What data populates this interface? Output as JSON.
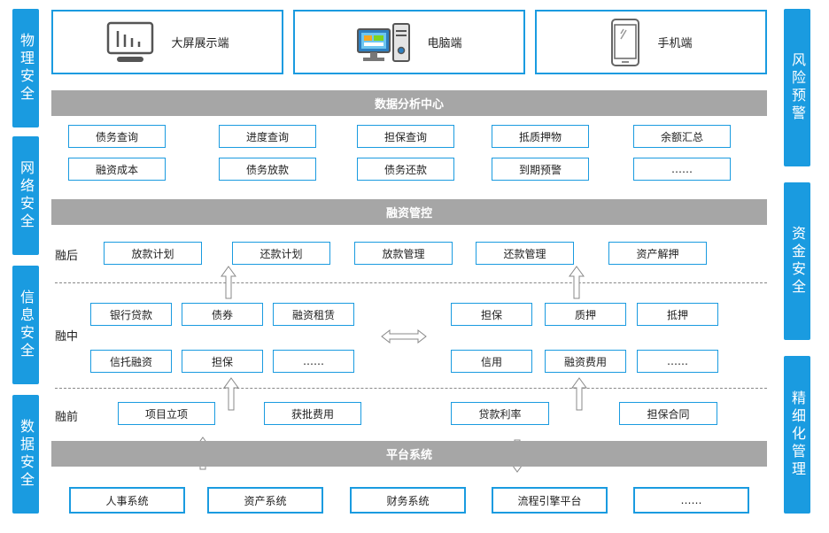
{
  "left_pillars": [
    "物理安全",
    "网络安全",
    "信息安全",
    "数据安全"
  ],
  "right_pillars": [
    "风险预警",
    "资金安全",
    "精细化管理"
  ],
  "terminals": [
    {
      "label": "大屏展示端",
      "icon": "monitor-chart-icon"
    },
    {
      "label": "电脑端",
      "icon": "desktop-computer-icon"
    },
    {
      "label": "手机端",
      "icon": "mobile-phone-icon"
    }
  ],
  "analysis": {
    "title": "数据分析中心",
    "row1": [
      "债务查询",
      "进度查询",
      "担保查询",
      "抵质押物",
      "余额汇总"
    ],
    "row2": [
      "融资成本",
      "债务放款",
      "债务还款",
      "到期预警",
      "……"
    ]
  },
  "control": {
    "title": "融资管控",
    "stage_after": "融后",
    "after_items": [
      "放款计划",
      "还款计划",
      "放款管理",
      "还款管理",
      "资产解押"
    ],
    "stage_mid": "融中",
    "mid_left_row1": [
      "银行贷款",
      "债券",
      "融资租赁"
    ],
    "mid_left_row2": [
      "信托融资",
      "担保",
      "……"
    ],
    "mid_right_row1": [
      "担保",
      "质押",
      "抵押"
    ],
    "mid_right_row2": [
      "信用",
      "融资费用",
      "……"
    ],
    "stage_before": "融前",
    "before_items": [
      "项目立项",
      "获批费用",
      "贷款利率",
      "担保合同"
    ]
  },
  "platform": {
    "title": "平台系统",
    "systems": [
      "人事系统",
      "资产系统",
      "财务系统",
      "流程引擎平台",
      "……"
    ]
  },
  "colors": {
    "accent": "#1a9be0",
    "bar": "#a6a6a6"
  }
}
